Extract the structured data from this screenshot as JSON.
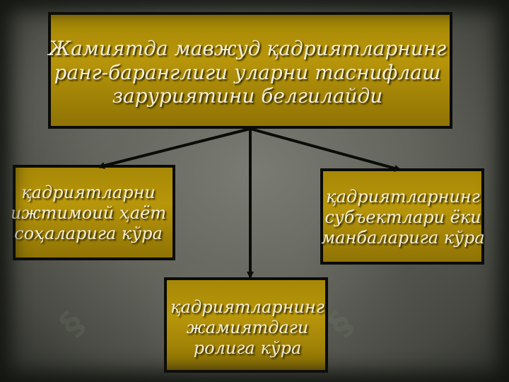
{
  "diagram": {
    "top": {
      "lines": [
        "Жамиятда мавжуд қадриятларнинг",
        "ранг-баранглиги уларни таснифлаш",
        "заруриятини белгилайди"
      ]
    },
    "left": {
      "lines": [
        "қадриятларни",
        "ижтимоий ҳаёт",
        "соҳаларига кўра"
      ]
    },
    "right": {
      "lines": [
        "қадриятларнинг",
        "субъектлари ёки",
        "манбаларига кўра"
      ]
    },
    "bottom": {
      "lines": [
        "қадриятларнинг",
        "жамиятдаги",
        "ролига кўра"
      ]
    }
  },
  "colors": {
    "box_fill": "#b8960a",
    "box_border": "#0b0b08",
    "text": "#f3eed6",
    "background": "#63655d"
  }
}
